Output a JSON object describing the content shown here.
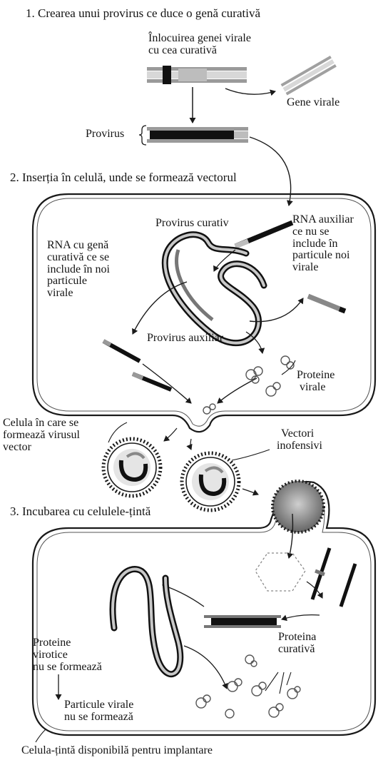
{
  "steps": {
    "step1": "1. Crearea unui provirus ce duce o genă curativă",
    "step2": "2. Inserția în celulă, unde se formează vectorul",
    "step3": "3. Incubarea cu celulele-țintă"
  },
  "labels": {
    "replace_line1": "Înlocuirea genei virale",
    "replace_line2": "cu cea curativă",
    "viral_genes": "Gene virale",
    "provirus": "Provirus",
    "curative_provirus": "Provirus curativ",
    "aux_rna": [
      "RNA auxiliar",
      "ce nu se",
      "include în",
      "particule noi",
      "virale"
    ],
    "curative_rna": [
      "RNA cu genă",
      "curativă ce se",
      "include în noi",
      "particule",
      "virale"
    ],
    "aux_provirus": "Provirus auxiliar",
    "viral_proteins": [
      "Proteine",
      "virale"
    ],
    "producer_cell": [
      "Celula în care se",
      "formează virusul",
      "vector"
    ],
    "harmless_vectors": [
      "Vectori",
      "inofensivi"
    ],
    "no_viral_proteins": [
      "Proteine",
      "virotice",
      "nu se formează"
    ],
    "no_viral_particles": [
      "Particule virale",
      "nu se formează"
    ],
    "curative_protein": [
      "Proteina",
      "curativă"
    ],
    "target_cell": "Celula-țintă disponibilă pentru implantare"
  }
}
